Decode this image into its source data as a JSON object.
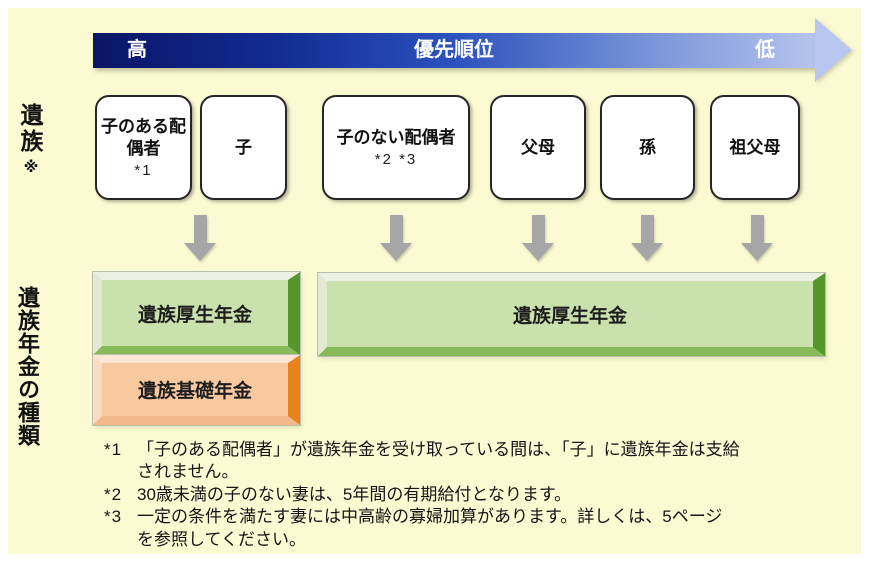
{
  "priority_bar": {
    "label_high": "高",
    "title": "優先順位",
    "label_low": "低"
  },
  "family_section": {
    "label": "遺族",
    "note_mark": "※",
    "boxes": [
      {
        "label": "子のある配偶者",
        "note": "*1"
      },
      {
        "label": "子",
        "note": ""
      },
      {
        "label": "子のない配偶者",
        "note": "*2 *3"
      },
      {
        "label": "父母",
        "note": ""
      },
      {
        "label": "孫",
        "note": ""
      },
      {
        "label": "祖父母",
        "note": ""
      }
    ]
  },
  "pension_section": {
    "label": "遺族年金の種類",
    "left_top": "遺族厚生年金",
    "left_bottom": "遺族基礎年金",
    "right": "遺族厚生年金"
  },
  "footnotes": [
    {
      "marker": "*1",
      "text": "「子のある配偶者」が遺族年金を受け取っている間は、「子」に遺族年金は支給\nされません。"
    },
    {
      "marker": "*2",
      "text": "30歳未満の子のない妻は、5年間の有期給付となります。"
    },
    {
      "marker": "*3",
      "text": "一定の条件を満たす妻には中高齢の寡婦加算があります。詳しくは、5ページ\nを参照してください。"
    }
  ],
  "colors": {
    "background": "#fbfad2",
    "bar_gradient_start": "#0a1565",
    "bar_gradient_end": "#b6c3ed",
    "box_border": "#262626",
    "arrow_gray": "#a6a6a6",
    "green_fill": "#c9e2ad",
    "green_edge": "#55972c",
    "orange_fill": "#f8c99f",
    "orange_edge": "#e8821c"
  }
}
